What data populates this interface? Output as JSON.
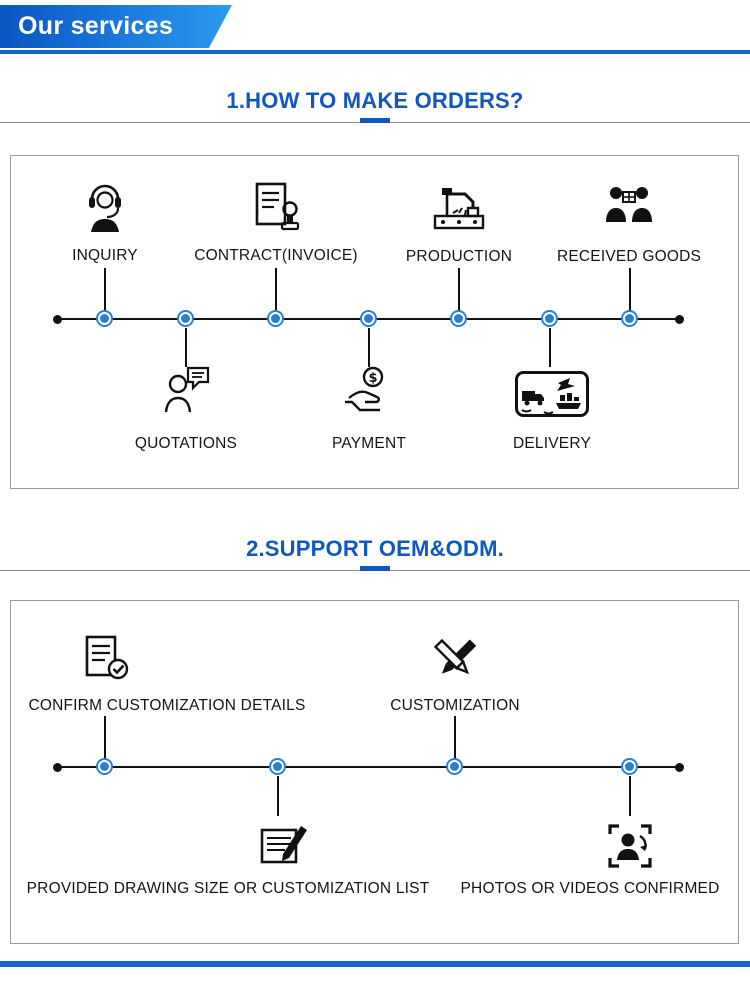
{
  "banner": {
    "title": "Our services"
  },
  "sections": {
    "orders": {
      "heading": "1.HOW TO MAKE ORDERS?",
      "steps": {
        "inquiry": "INQUIRY",
        "contract": "CONTRACT(INVOICE)",
        "production": "PRODUCTION",
        "received": "RECEIVED GOODS",
        "quotations": "QUOTATIONS",
        "payment": "PAYMENT",
        "delivery": "DELIVERY"
      }
    },
    "oem": {
      "heading": "2.SUPPORT OEM&ODM.",
      "steps": {
        "confirm": "CONFIRM CUSTOMIZATION DETAILS",
        "customization": "CUSTOMIZATION",
        "drawing": "PROVIDED DRAWING SIZE OR CUSTOMIZATION LIST",
        "photos": "PHOTOS OR VIDEOS CONFIRMED"
      }
    }
  },
  "icons": [
    "headset-agent-icon",
    "contract-stamp-icon",
    "production-machine-icon",
    "people-exchange-icon",
    "person-speech-bubble-icon",
    "hand-coin-icon",
    "logistics-transport-icon",
    "document-check-icon",
    "crossed-pencils-icon",
    "drawing-list-pencil-icon",
    "photo-frame-person-icon"
  ],
  "colors": {
    "banner_gradient_start": "#0a55c2",
    "banner_gradient_end": "#2b9af0",
    "heading_blue": "#1157c1",
    "node_blue": "#2a7fd0",
    "line_black": "#111111"
  }
}
